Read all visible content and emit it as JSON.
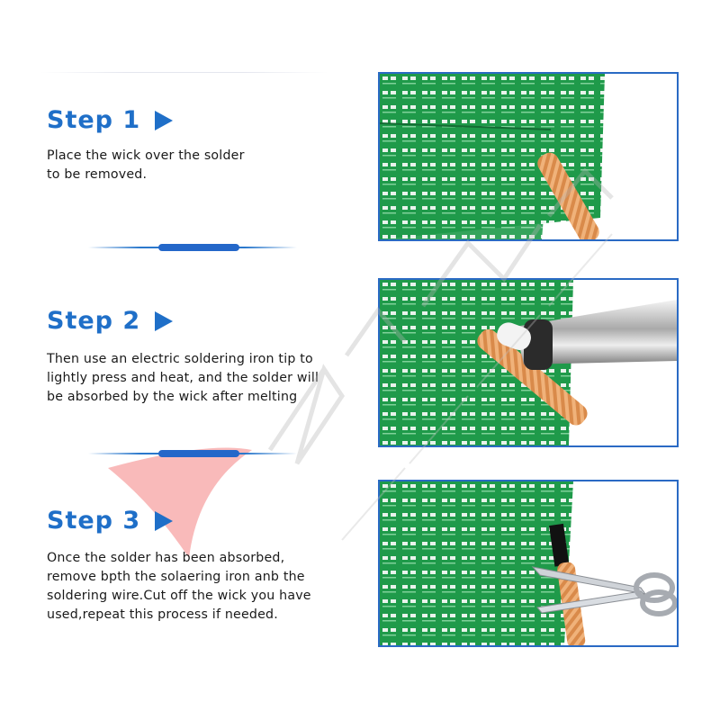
{
  "steps": [
    {
      "heading": "Step 1",
      "lines": [
        "Place the wick over the solder",
        "to be removed."
      ]
    },
    {
      "heading": "Step 2",
      "lines": [
        "Then use an electric  soldering iron tip to",
        "lightly press and heat, and the solder will",
        "be absorbed by the wick after melting"
      ]
    },
    {
      "heading": "Step 3",
      "lines": [
        "Once the solder has been absorbed,",
        "remove bpth the solaering iron anb the",
        "soldering wire.Cut off the wick  you have",
        "used,repeat this process if needed."
      ]
    }
  ],
  "colors": {
    "accent": "#1f6fc8",
    "frame": "#2a6ac4",
    "pcb_green": "#1f9a4a",
    "wick_copper": "#d98a4a"
  },
  "icons": [
    "play-icon",
    "play-icon",
    "play-icon"
  ]
}
